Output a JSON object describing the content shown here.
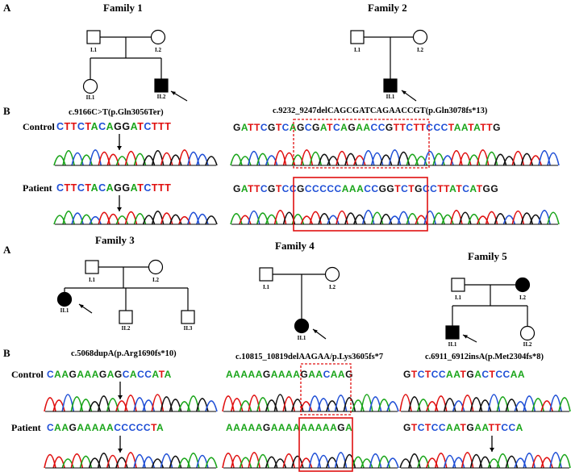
{
  "top": {
    "panel_a": "A",
    "panel_b": "B",
    "family1": {
      "title": "Family 1",
      "members": [
        "I.1",
        "I.2",
        "II.1",
        "II.2"
      ],
      "mutation": "c.9166C>T(p.Gln3056Ter)"
    },
    "family2": {
      "title": "Family 2",
      "members": [
        "I.1",
        "I.2",
        "II.1"
      ],
      "mutation": "c.9232_9247delCAGCGATCAGAACCGT(p.Gln3078fs*13)"
    },
    "row_control": "Control",
    "row_patient": "Patient",
    "seq_f1_control": "CTTCTACAGGATCTTT",
    "seq_f1_patient": "CTTCTACAGGATCTTT",
    "seq_f2_control": "GATTCGTCAGCGATCAGAACCGTTCTTCCCTAATATTG",
    "seq_f2_patient": "GATTCGTCCGCCCCCAAACCGGTCTGCCTTATCATGG"
  },
  "bottom": {
    "panel_a": "A",
    "panel_b": "B",
    "family3": {
      "title": "Family 3",
      "members": [
        "I.1",
        "I.2",
        "II.1",
        "II.2",
        "II.3"
      ],
      "mutation": "c.5068dupA(p.Arg1690fs*10)"
    },
    "family4": {
      "title": "Family  4",
      "members": [
        "I.1",
        "I.2",
        "II.1"
      ],
      "mutation": "c.10815_10819delAAGAA/p.Lys3605fs*7"
    },
    "family5": {
      "title": "Family 5",
      "members": [
        "I.1",
        "I.2",
        "II.1",
        "II.2"
      ],
      "mutation": "c.6911_6912insA(p.Met2304fs*8)"
    },
    "row_control": "Control",
    "row_patient": "Patient",
    "seq_f3_control": "CAAGAAAGAGCACCATA",
    "seq_f3_patient": "CAAGAAAAACCCCCTA",
    "seq_f4_control": "AAAAAGAAAAGAACAAG",
    "seq_f4_patient": "AAAAAGAAAAAAAAAGA",
    "seq_f5_control": "GTCTCCAATGACTCCAA",
    "seq_f5_patient": "GTCTCCAATGAATTCCA"
  },
  "colors": {
    "A": "#1aa51a",
    "C": "#1f4fd6",
    "G": "#111111",
    "T": "#e01010",
    "highlight": "#e01010"
  }
}
